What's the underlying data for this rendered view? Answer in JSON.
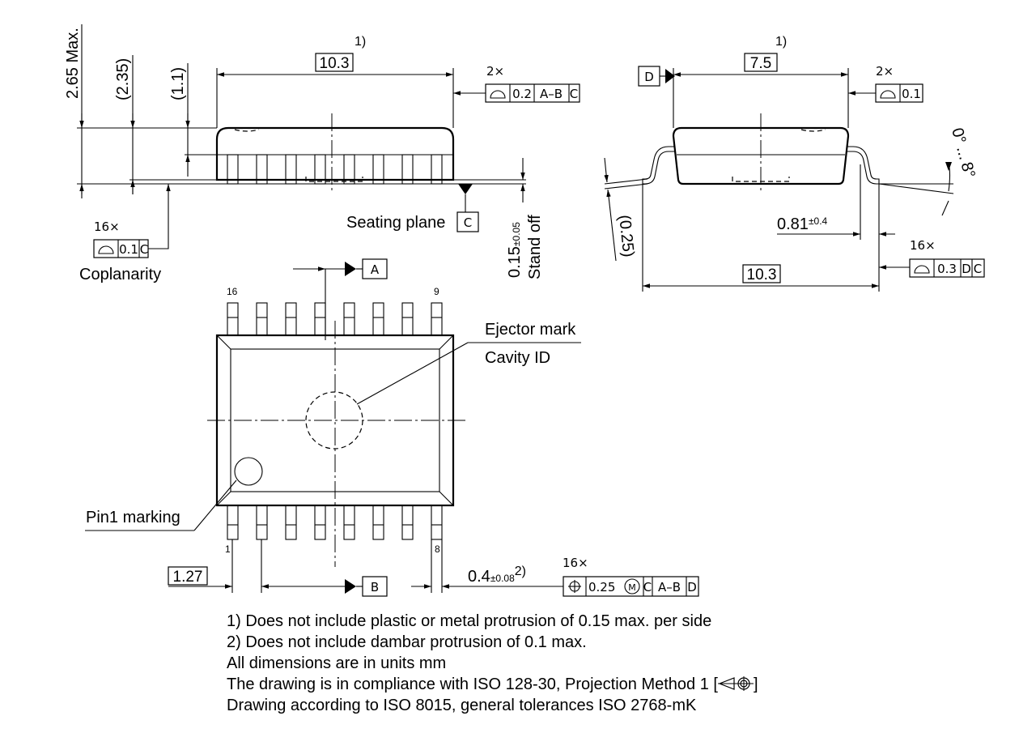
{
  "side_view": {
    "dim_length": "10.3",
    "footnote_ref": "1)",
    "dim_max_height": "2.65 Max.",
    "dim_body_height": "(2.35)",
    "dim_upper_height": "(1.1)",
    "flatness_count": "2×",
    "flatness_tol": "0.2",
    "flatness_ref1": "A–B",
    "flatness_ref2": "C",
    "coplanarity_count": "16×",
    "coplanarity_tol": "0.1",
    "coplanarity_ref": "C",
    "coplanarity_label": "Coplanarity",
    "seating_plane_label": "Seating plane",
    "seating_datum": "C",
    "standoff_value": "0.15",
    "standoff_tol": "±0.05",
    "standoff_label": "Stand off"
  },
  "end_view": {
    "dim_width": "7.5",
    "footnote_ref": "1)",
    "datum": "D",
    "flatness_count": "2×",
    "flatness_tol": "0.1",
    "angle_from": "0°",
    "angle_sep": "...",
    "angle_to": "8°",
    "lead_thickness": "(0.25)",
    "lead_length_value": "0.81",
    "lead_length_tol": "±0.4",
    "overall_width": "10.3",
    "profile_count": "16×",
    "profile_tol": "0.3",
    "profile_ref1": "D",
    "profile_ref2": "C"
  },
  "top_view": {
    "datum_a": "A",
    "datum_b": "B",
    "pin_16": "16",
    "pin_9": "9",
    "pin_1": "1",
    "pin_8": "8",
    "ejector_label": "Ejector mark",
    "cavity_label": "Cavity ID",
    "pin1_label": "Pin1 marking",
    "pitch": "1.27",
    "lead_width_value": "0.4",
    "lead_width_tol": "±0.08",
    "lead_width_note": "2)",
    "position_count": "16×",
    "position_tol": "0.25",
    "position_modifier": "M",
    "position_ref1": "C",
    "position_ref2": "A–B",
    "position_ref3": "D"
  },
  "notes": [
    "1) Does not include plastic or metal protrusion of 0.15 max. per side",
    "2) Does not include dambar protrusion of 0.1 max.",
    "All dimensions are in units mm",
    "The drawing is in compliance with ISO 128-30, Projection Method 1 [",
    "]",
    "Drawing according to ISO 8015, general tolerances ISO 2768-mK"
  ]
}
